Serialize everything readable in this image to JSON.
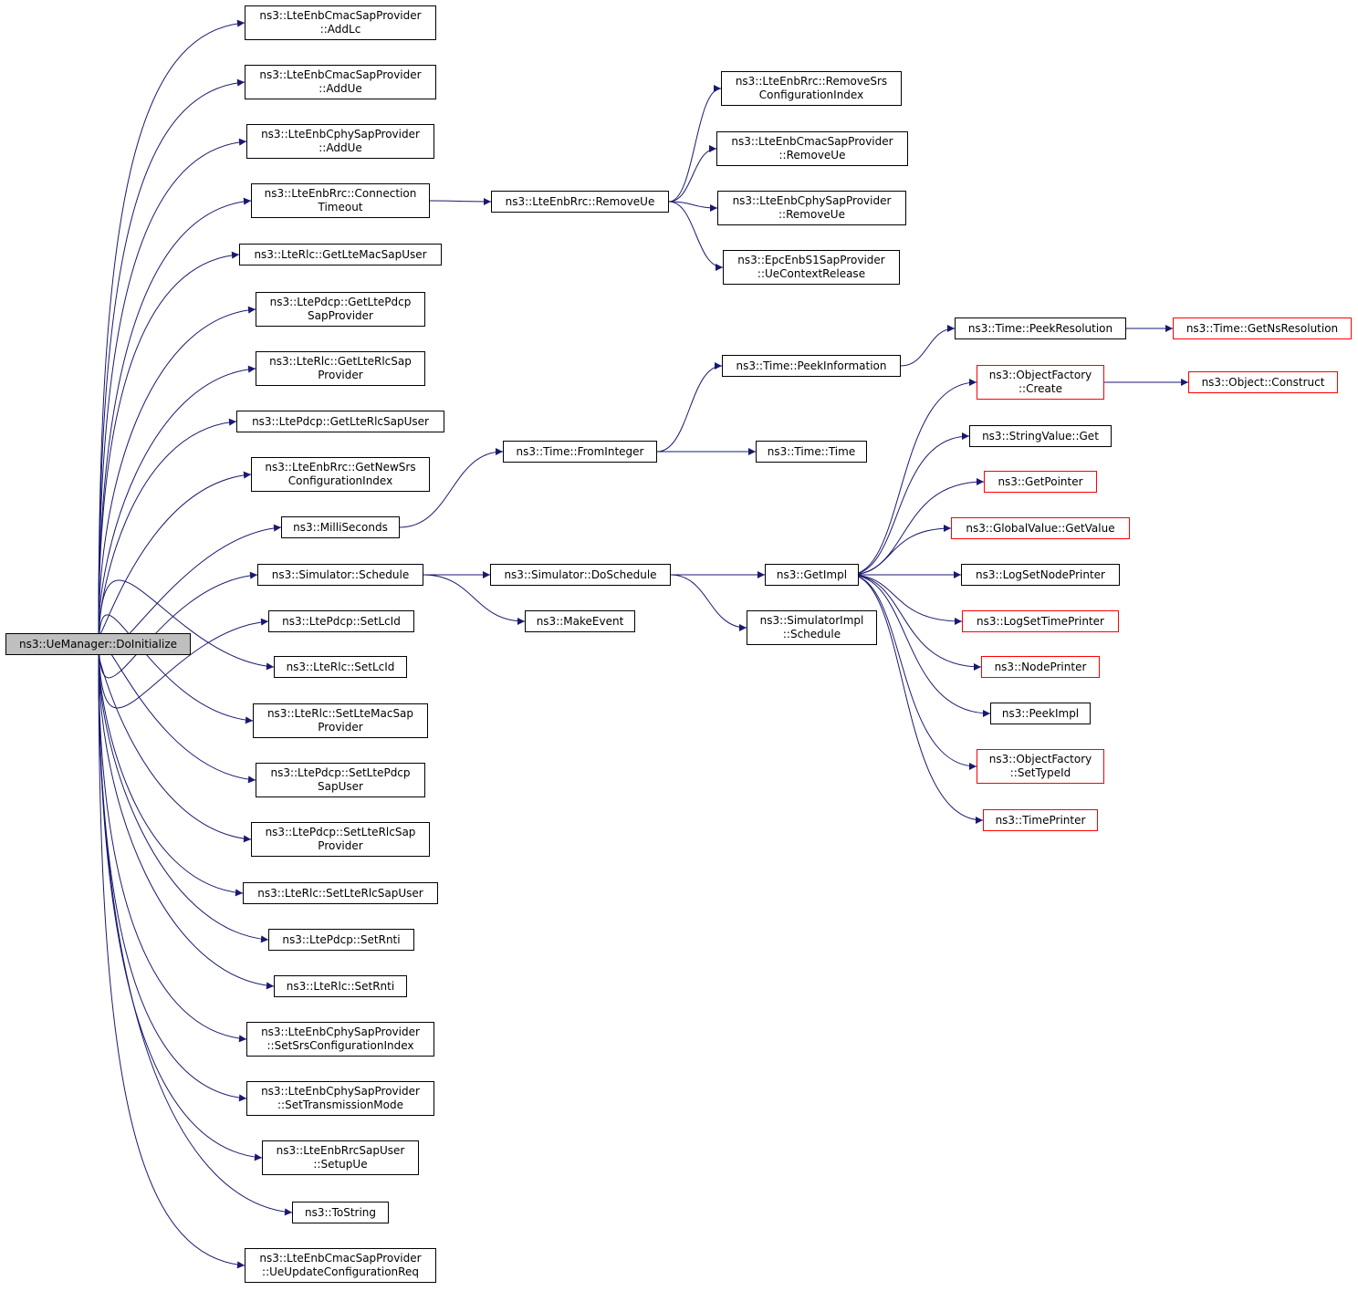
{
  "colors": {
    "edge": "#191970",
    "box_border": "#000000",
    "red_border": "#ff0000",
    "root_fill": "#bfbfbf",
    "background": "#ffffff"
  },
  "nodes": [
    {
      "id": "root",
      "label": "ns3::UeManager::DoInitialize",
      "style": "root"
    },
    {
      "id": "addlc",
      "label": "ns3::LteEnbCmacSapProvider\n::AddLc"
    },
    {
      "id": "addue_cmac",
      "label": "ns3::LteEnbCmacSapProvider\n::AddUe"
    },
    {
      "id": "addue_cphy",
      "label": "ns3::LteEnbCphySapProvider\n::AddUe"
    },
    {
      "id": "conn_timeout",
      "label": "ns3::LteEnbRrc::Connection\nTimeout"
    },
    {
      "id": "getltemacsapuser",
      "label": "ns3::LteRlc::GetLteMacSapUser"
    },
    {
      "id": "getltepdcpsapprov",
      "label": "ns3::LtePdcp::GetLtePdcp\nSapProvider"
    },
    {
      "id": "getlterlcsapprov",
      "label": "ns3::LteRlc::GetLteRlcSap\nProvider"
    },
    {
      "id": "getlterlcsapuser",
      "label": "ns3::LtePdcp::GetLteRlcSapUser"
    },
    {
      "id": "getnewsrs",
      "label": "ns3::LteEnbRrc::GetNewSrs\nConfigurationIndex"
    },
    {
      "id": "milliseconds",
      "label": "ns3::MilliSeconds"
    },
    {
      "id": "schedule",
      "label": "ns3::Simulator::Schedule"
    },
    {
      "id": "pdcp_setlcid",
      "label": "ns3::LtePdcp::SetLcId"
    },
    {
      "id": "rlc_setlcid",
      "label": "ns3::LteRlc::SetLcId"
    },
    {
      "id": "setltemacsapprov",
      "label": "ns3::LteRlc::SetLteMacSap\nProvider"
    },
    {
      "id": "setltepdcpsapuser",
      "label": "ns3::LtePdcp::SetLtePdcp\nSapUser"
    },
    {
      "id": "setlterlcsapprov",
      "label": "ns3::LtePdcp::SetLteRlcSap\nProvider"
    },
    {
      "id": "setlterlcsapuser",
      "label": "ns3::LteRlc::SetLteRlcSapUser"
    },
    {
      "id": "pdcp_setrnti",
      "label": "ns3::LtePdcp::SetRnti"
    },
    {
      "id": "rlc_setrnti",
      "label": "ns3::LteRlc::SetRnti"
    },
    {
      "id": "setsrs",
      "label": "ns3::LteEnbCphySapProvider\n::SetSrsConfigurationIndex"
    },
    {
      "id": "settxmode",
      "label": "ns3::LteEnbCphySapProvider\n::SetTransmissionMode"
    },
    {
      "id": "setupue",
      "label": "ns3::LteEnbRrcSapUser\n::SetupUe"
    },
    {
      "id": "tostring",
      "label": "ns3::ToString"
    },
    {
      "id": "ueupdateconf",
      "label": "ns3::LteEnbCmacSapProvider\n::UeUpdateConfigurationReq"
    },
    {
      "id": "removeue",
      "label": "ns3::LteEnbRrc::RemoveUe"
    },
    {
      "id": "removesrs",
      "label": "ns3::LteEnbRrc::RemoveSrs\nConfigurationIndex"
    },
    {
      "id": "cmac_removeue",
      "label": "ns3::LteEnbCmacSapProvider\n::RemoveUe"
    },
    {
      "id": "cphy_removeue",
      "label": "ns3::LteEnbCphySapProvider\n::RemoveUe"
    },
    {
      "id": "uectxrelease",
      "label": "ns3::EpcEnbS1SapProvider\n::UeContextRelease"
    },
    {
      "id": "frominteger",
      "label": "ns3::Time::FromInteger"
    },
    {
      "id": "peekinfo",
      "label": "ns3::Time::PeekInformation"
    },
    {
      "id": "peekres",
      "label": "ns3::Time::PeekResolution"
    },
    {
      "id": "getnsres",
      "label": "ns3::Time::GetNsResolution",
      "style": "red"
    },
    {
      "id": "timetime",
      "label": "ns3::Time::Time"
    },
    {
      "id": "doschedule",
      "label": "ns3::Simulator::DoSchedule"
    },
    {
      "id": "makeevent",
      "label": "ns3::MakeEvent"
    },
    {
      "id": "getimpl",
      "label": "ns3::GetImpl"
    },
    {
      "id": "simimpl_schedule",
      "label": "ns3::SimulatorImpl\n::Schedule"
    },
    {
      "id": "of_create",
      "label": "ns3::ObjectFactory\n::Create",
      "style": "red"
    },
    {
      "id": "obj_construct",
      "label": "ns3::Object::Construct",
      "style": "red"
    },
    {
      "id": "stringvalue_get",
      "label": "ns3::StringValue::Get"
    },
    {
      "id": "getpointer",
      "label": "ns3::GetPointer",
      "style": "red"
    },
    {
      "id": "globalvalue_get",
      "label": "ns3::GlobalValue::GetValue",
      "style": "red"
    },
    {
      "id": "logsetnodeprinter",
      "label": "ns3::LogSetNodePrinter"
    },
    {
      "id": "logsettimeprinter",
      "label": "ns3::LogSetTimePrinter",
      "style": "red"
    },
    {
      "id": "nodeprinter",
      "label": "ns3::NodePrinter",
      "style": "red"
    },
    {
      "id": "peekimpl",
      "label": "ns3::PeekImpl"
    },
    {
      "id": "of_settypeid",
      "label": "ns3::ObjectFactory\n::SetTypeId",
      "style": "red"
    },
    {
      "id": "timeprinter",
      "label": "ns3::TimePrinter",
      "style": "red"
    }
  ],
  "edges": [
    [
      "root",
      "addlc"
    ],
    [
      "root",
      "addue_cmac"
    ],
    [
      "root",
      "addue_cphy"
    ],
    [
      "root",
      "conn_timeout"
    ],
    [
      "root",
      "getltemacsapuser"
    ],
    [
      "root",
      "getltepdcpsapprov"
    ],
    [
      "root",
      "getlterlcsapprov"
    ],
    [
      "root",
      "getlterlcsapuser"
    ],
    [
      "root",
      "getnewsrs"
    ],
    [
      "root",
      "milliseconds"
    ],
    [
      "root",
      "schedule"
    ],
    [
      "root",
      "pdcp_setlcid"
    ],
    [
      "root",
      "rlc_setlcid"
    ],
    [
      "root",
      "setltemacsapprov"
    ],
    [
      "root",
      "setltepdcpsapuser"
    ],
    [
      "root",
      "setlterlcsapprov"
    ],
    [
      "root",
      "setlterlcsapuser"
    ],
    [
      "root",
      "pdcp_setrnti"
    ],
    [
      "root",
      "rlc_setrnti"
    ],
    [
      "root",
      "setsrs"
    ],
    [
      "root",
      "settxmode"
    ],
    [
      "root",
      "setupue"
    ],
    [
      "root",
      "tostring"
    ],
    [
      "root",
      "ueupdateconf"
    ],
    [
      "conn_timeout",
      "removeue"
    ],
    [
      "removeue",
      "removesrs"
    ],
    [
      "removeue",
      "cmac_removeue"
    ],
    [
      "removeue",
      "cphy_removeue"
    ],
    [
      "removeue",
      "uectxrelease"
    ],
    [
      "milliseconds",
      "frominteger"
    ],
    [
      "frominteger",
      "peekinfo"
    ],
    [
      "frominteger",
      "timetime"
    ],
    [
      "peekinfo",
      "peekres"
    ],
    [
      "peekres",
      "getnsres"
    ],
    [
      "schedule",
      "doschedule"
    ],
    [
      "schedule",
      "makeevent"
    ],
    [
      "doschedule",
      "getimpl"
    ],
    [
      "doschedule",
      "simimpl_schedule"
    ],
    [
      "getimpl",
      "of_create"
    ],
    [
      "getimpl",
      "stringvalue_get"
    ],
    [
      "getimpl",
      "getpointer"
    ],
    [
      "getimpl",
      "globalvalue_get"
    ],
    [
      "getimpl",
      "logsetnodeprinter"
    ],
    [
      "getimpl",
      "logsettimeprinter"
    ],
    [
      "getimpl",
      "nodeprinter"
    ],
    [
      "getimpl",
      "peekimpl"
    ],
    [
      "getimpl",
      "of_settypeid"
    ],
    [
      "getimpl",
      "timeprinter"
    ],
    [
      "of_create",
      "obj_construct"
    ]
  ]
}
